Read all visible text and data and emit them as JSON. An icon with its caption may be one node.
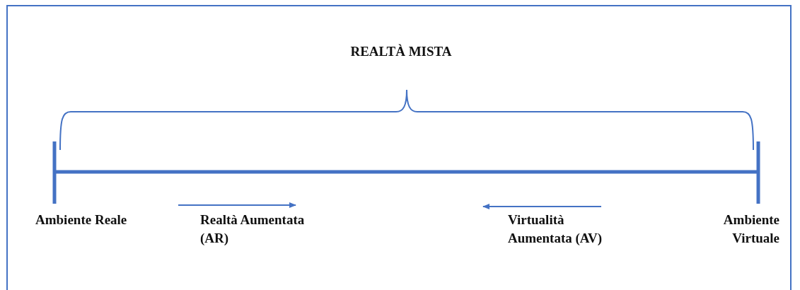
{
  "diagram": {
    "labels": [
      "REALTÀ MISTA",
      "Ambiente Reale",
      "Realtà Aumentata (AR)",
      "Virtualità Aumentata (AV)",
      "Ambiente Virtuale"
    ]
  }
}
